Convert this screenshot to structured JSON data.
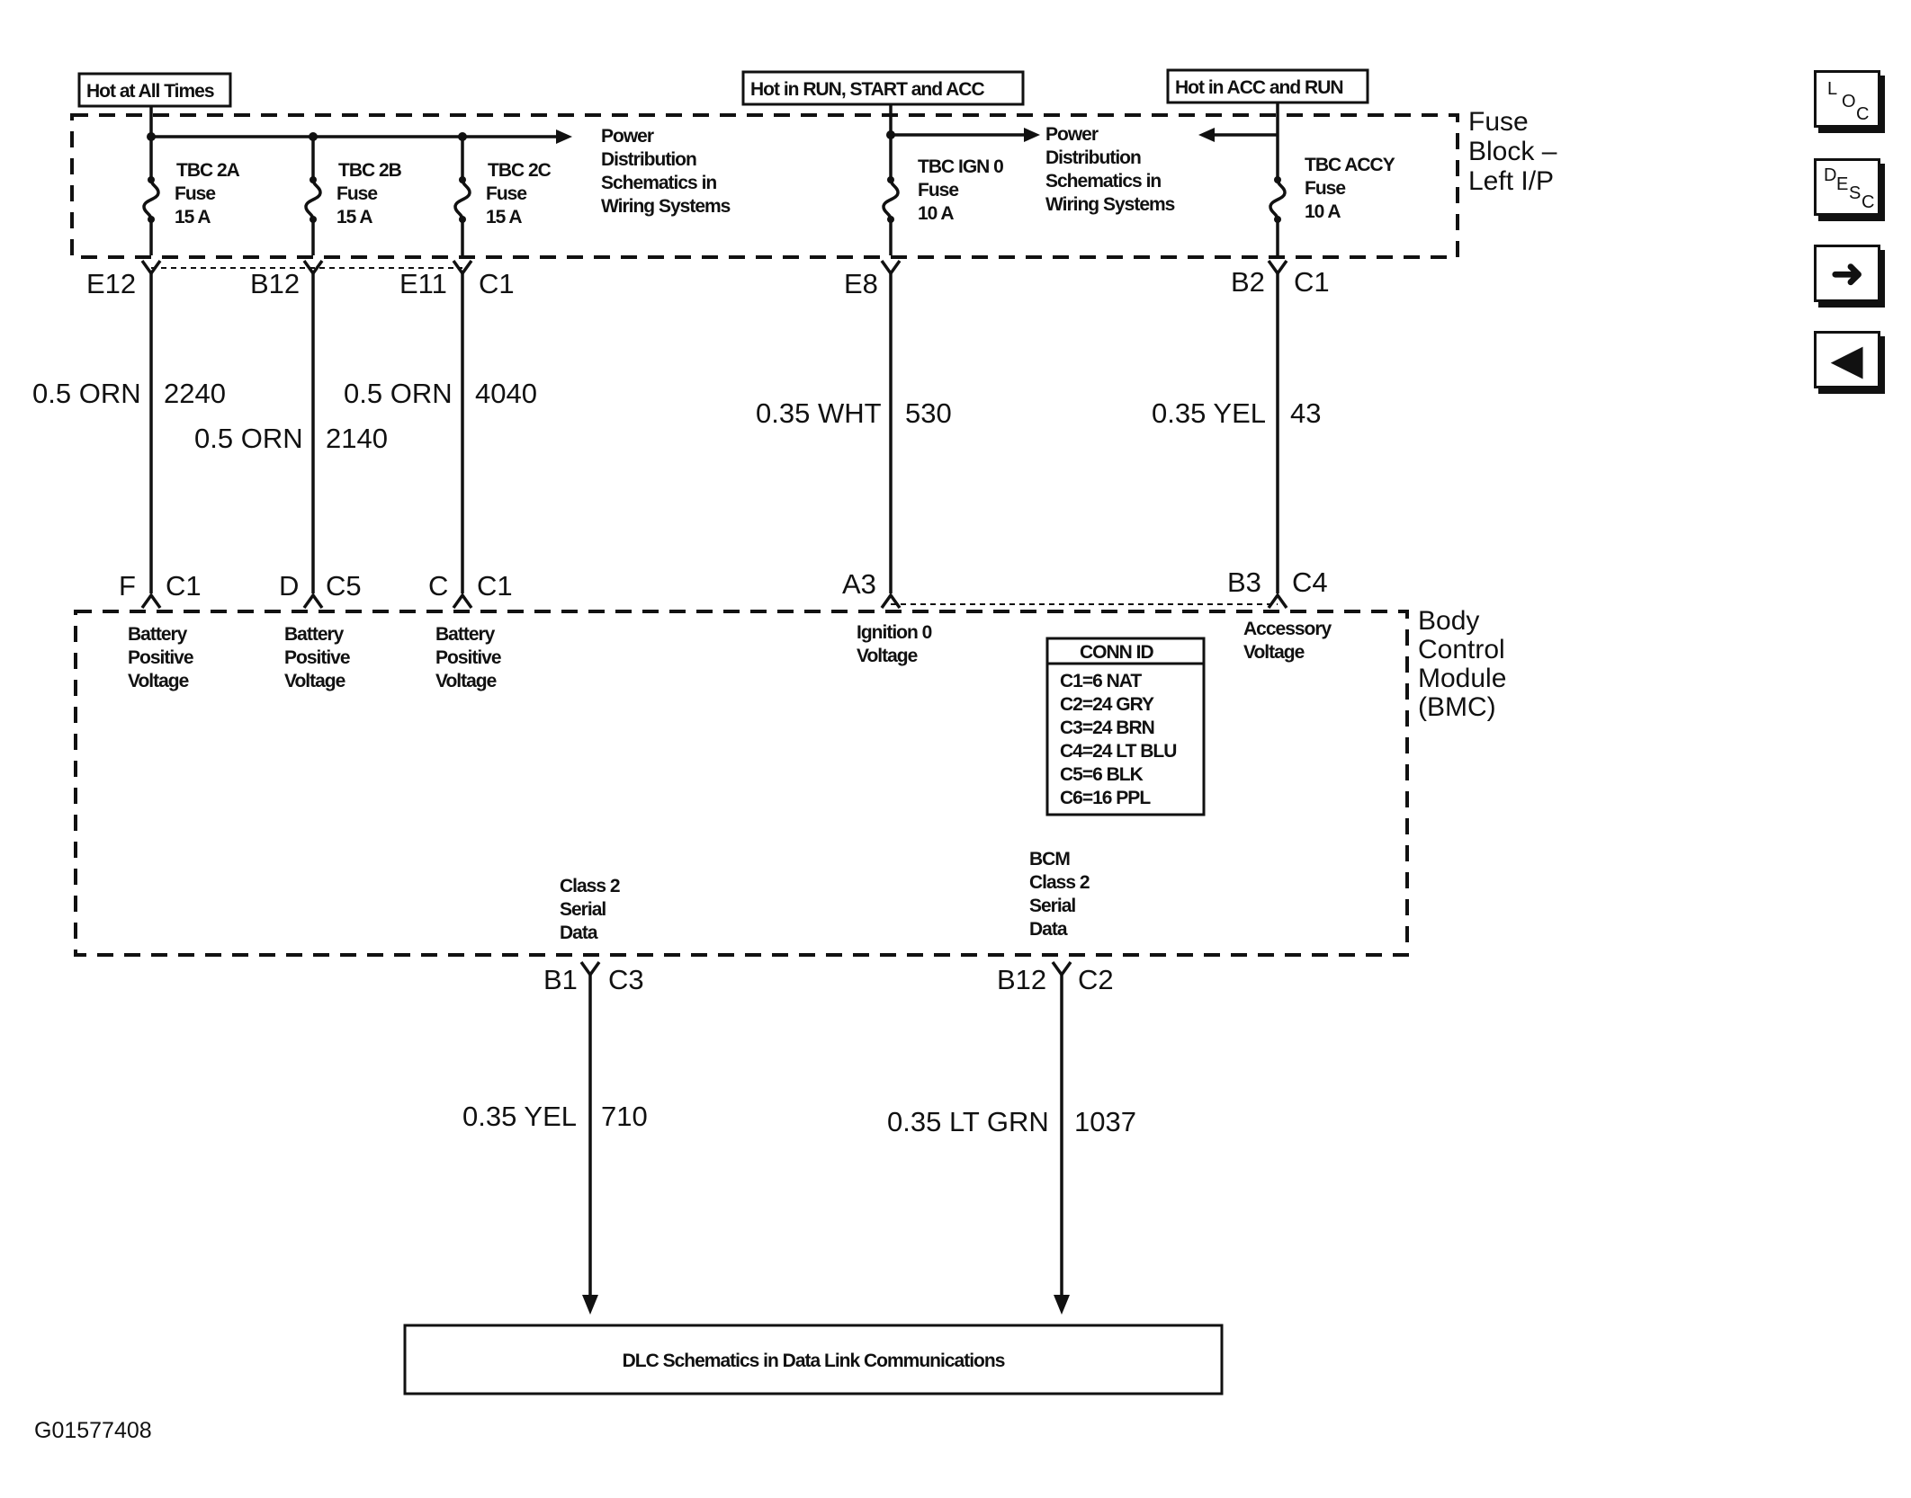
{
  "power_sources": {
    "hot_at_all_times": "Hot at All Times",
    "hot_run_start_acc": "Hot in RUN, START and ACC",
    "hot_acc_run": "Hot in ACC and RUN"
  },
  "fuse_block": {
    "title_line1": "Fuse",
    "title_line2": "Block –",
    "title_line3": "Left I/P",
    "fuses": [
      {
        "name": "TBC 2A",
        "word": "Fuse",
        "rating": "15 A"
      },
      {
        "name": "TBC 2B",
        "word": "Fuse",
        "rating": "15 A"
      },
      {
        "name": "TBC 2C",
        "word": "Fuse",
        "rating": "15 A"
      },
      {
        "name": "TBC IGN 0",
        "word": "Fuse",
        "rating": "10 A"
      },
      {
        "name": "TBC ACCY",
        "word": "Fuse",
        "rating": "10 A"
      }
    ],
    "ref1": [
      "Power",
      "Distribution",
      "Schematics in",
      "Wiring Systems"
    ],
    "ref2": [
      "Power",
      "Distribution",
      "Schematics in",
      "Wiring Systems"
    ]
  },
  "top_connectors": [
    {
      "pin": "E12",
      "conn": ""
    },
    {
      "pin": "B12",
      "conn": ""
    },
    {
      "pin": "E11",
      "conn": "C1"
    },
    {
      "pin": "E8",
      "conn": ""
    },
    {
      "pin": "B2",
      "conn": "C1"
    }
  ],
  "wires_upper": [
    {
      "gauge_color": "0.5 ORN",
      "circuit": "2240"
    },
    {
      "gauge_color": "0.5 ORN",
      "circuit": "2140"
    },
    {
      "gauge_color": "0.5 ORN",
      "circuit": "4040"
    },
    {
      "gauge_color": "0.35 WHT",
      "circuit": "530"
    },
    {
      "gauge_color": "0.35 YEL",
      "circuit": "43"
    }
  ],
  "bcm_connectors": [
    {
      "pin": "F",
      "conn": "C1"
    },
    {
      "pin": "D",
      "conn": "C5"
    },
    {
      "pin": "C",
      "conn": "C1"
    },
    {
      "pin": "A3",
      "conn": ""
    },
    {
      "pin": "B3",
      "conn": "C4"
    }
  ],
  "bcm_inputs": [
    [
      "Battery",
      "Positive",
      "Voltage"
    ],
    [
      "Battery",
      "Positive",
      "Voltage"
    ],
    [
      "Battery",
      "Positive",
      "Voltage"
    ],
    [
      "Ignition 0",
      "Voltage"
    ],
    [
      "Accessory",
      "Voltage"
    ]
  ],
  "bcm": {
    "title_line1": "Body",
    "title_line2": "Control",
    "title_line3": "Module",
    "title_line4": "(BMC)",
    "conn_id_header": "CONN ID",
    "conn_ids": [
      "C1=6 NAT",
      "C2=24 GRY",
      "C3=24 BRN",
      "C4=24 LT BLU",
      "C5=6 BLK",
      "C6=16 PPL"
    ],
    "class2_left": [
      "Class 2",
      "Serial",
      "Data"
    ],
    "class2_right": [
      "BCM",
      "Class 2",
      "Serial",
      "Data"
    ]
  },
  "bottom_connectors": [
    {
      "pin": "B1",
      "conn": "C3"
    },
    {
      "pin": "B12",
      "conn": "C2"
    }
  ],
  "wires_lower": [
    {
      "gauge_color": "0.35 YEL",
      "circuit": "710"
    },
    {
      "gauge_color": "0.35 LT GRN",
      "circuit": "1037"
    }
  ],
  "dlc_box": "DLC Schematics in Data Link Communications",
  "figure_id": "G01577408",
  "nav": {
    "loc": {
      "a": "L",
      "b": "O",
      "c": "C"
    },
    "desc": {
      "a": "D",
      "b": "E",
      "c": "S",
      "d": "C"
    },
    "next_arrow": "➜",
    "prev_arrow": "🡸"
  }
}
